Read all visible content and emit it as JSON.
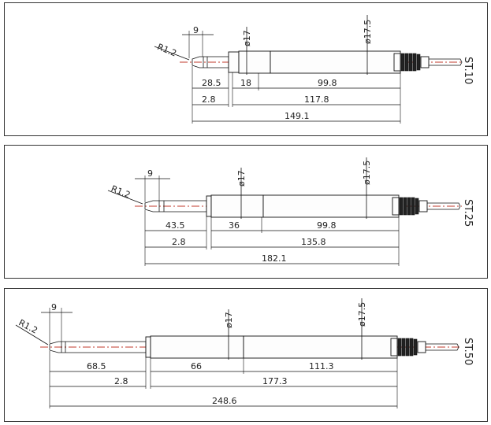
{
  "drawings": [
    {
      "model": "ST.10",
      "radius": "R1.2",
      "tip_len": "9",
      "small_dia": "ø17",
      "large_dia": "ø17.5",
      "stroke_len": "28.5",
      "seg1": "18",
      "seg2": "99.8",
      "gap": "2.8",
      "body_len": "117.8",
      "total": "149.1"
    },
    {
      "model": "ST.25",
      "radius": "R1.2",
      "tip_len": "9",
      "small_dia": "ø17",
      "large_dia": "ø17.5",
      "stroke_len": "43.5",
      "seg1": "36",
      "seg2": "99.8",
      "gap": "2.8",
      "body_len": "135.8",
      "total": "182.1"
    },
    {
      "model": "ST.50",
      "radius": "R1.2",
      "tip_len": "9",
      "small_dia": "ø17",
      "large_dia": "ø17.5",
      "stroke_len": "68.5",
      "seg1": "66",
      "seg2": "111.3",
      "gap": "2.8",
      "body_len": "177.3",
      "total": "248.6"
    }
  ]
}
